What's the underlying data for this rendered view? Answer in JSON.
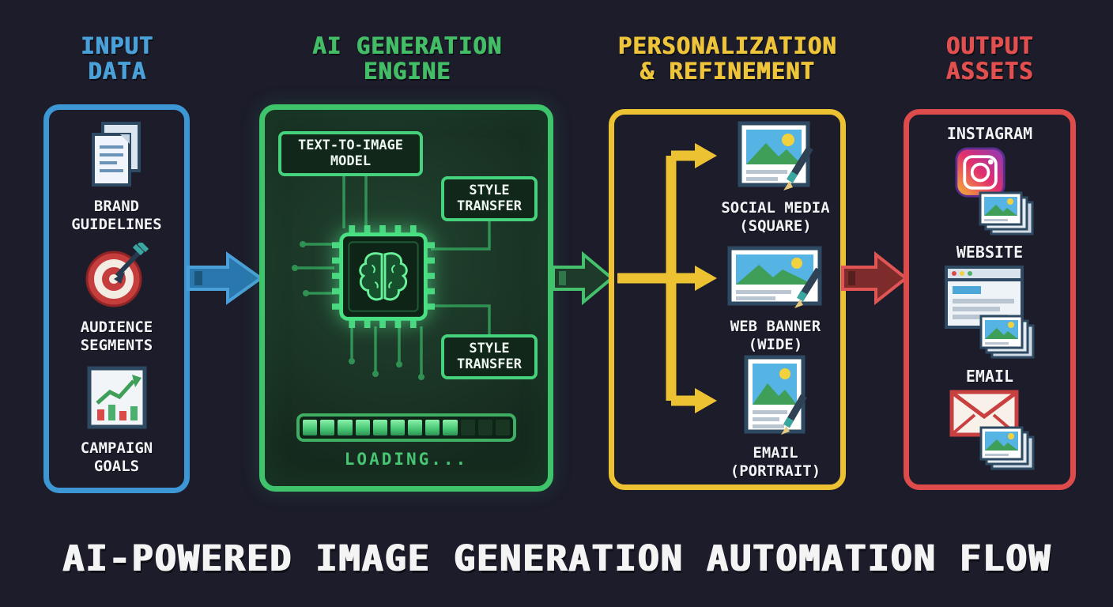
{
  "page": {
    "title": "AI-POWERED IMAGE GENERATION AUTOMATION FLOW"
  },
  "colors": {
    "background": "#1c1c2b",
    "input_accent": "#4aa0d8",
    "engine_accent": "#3ec46b",
    "personalization_accent": "#ecc233",
    "output_accent": "#dd4b4b"
  },
  "input": {
    "header": "INPUT DATA",
    "items": [
      {
        "icon": "document-icon",
        "label": "BRAND GUIDELINES"
      },
      {
        "icon": "target-icon",
        "label": "AUDIENCE SEGMENTS"
      },
      {
        "icon": "bar-chart-icon",
        "label": "CAMPAIGN GOALS"
      }
    ]
  },
  "engine": {
    "header": "AI GENERATION ENGINE",
    "model_box": "TEXT-TO-IMAGE MODEL",
    "style_box_top": "STYLE TRANSFER",
    "style_box_bottom": "STYLE TRANSFER",
    "chip_icon": "ai-brain-chip-icon",
    "loading_text": "LOADING...",
    "progress": {
      "segments_total": 12,
      "segments_filled": 9
    }
  },
  "personalization": {
    "header": "PERSONALIZATION & REFINEMENT",
    "items": [
      {
        "icon": "photo-square-icon",
        "label": "SOCIAL MEDIA (SQUARE)"
      },
      {
        "icon": "photo-wide-icon",
        "label": "WEB BANNER (WIDE)"
      },
      {
        "icon": "photo-portrait-icon",
        "label": "EMAIL (PORTRAIT)"
      }
    ]
  },
  "output": {
    "header": "OUTPUT ASSETS",
    "items": [
      {
        "icon": "instagram-icon",
        "label": "INSTAGRAM"
      },
      {
        "icon": "browser-icon",
        "label": "WEBSITE"
      },
      {
        "icon": "envelope-icon",
        "label": "EMAIL"
      }
    ]
  }
}
